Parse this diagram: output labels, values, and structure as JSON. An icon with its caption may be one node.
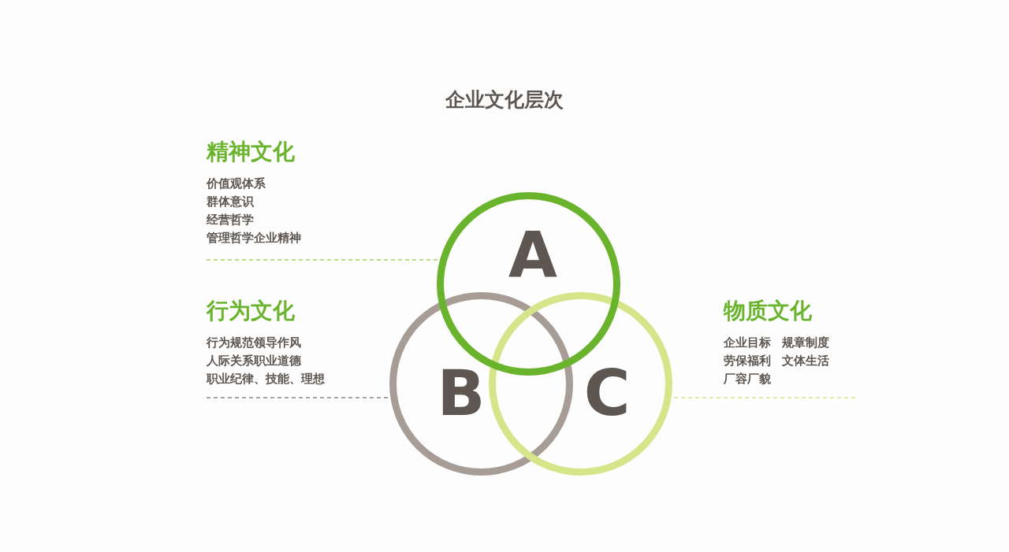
{
  "diagram": {
    "title": "企业文化层次",
    "nodes": [
      {
        "text": [
          "精神文化",
          "价值观体系",
          "群体意识",
          "经营哲学",
          "管理哲学企业精神"
        ]
      },
      {
        "text": [
          "A"
        ]
      },
      {
        "text": [
          "行为文化",
          "行为规范领导作风",
          "人际关系职业道德",
          "职业纪律、技能、理想"
        ]
      },
      {
        "text": [
          "B"
        ]
      },
      {
        "text": [
          "C"
        ]
      },
      {
        "text": [
          "物质文化",
          "企业目标",
          "规章制度",
          "劳保福利",
          "文体生活",
          "厂容厂貌"
        ]
      }
    ],
    "edges": [
      {
        "from": 0,
        "to": 1,
        "arrow": "none",
        "style": "dashed",
        "color": "#a6d163"
      },
      {
        "from": 2,
        "to": 3,
        "arrow": "none",
        "style": "dashed",
        "color": "#8c8580"
      },
      {
        "from": 5,
        "to": 4,
        "arrow": "none",
        "style": "dashed",
        "color": "#d4e38a"
      }
    ]
  }
}
